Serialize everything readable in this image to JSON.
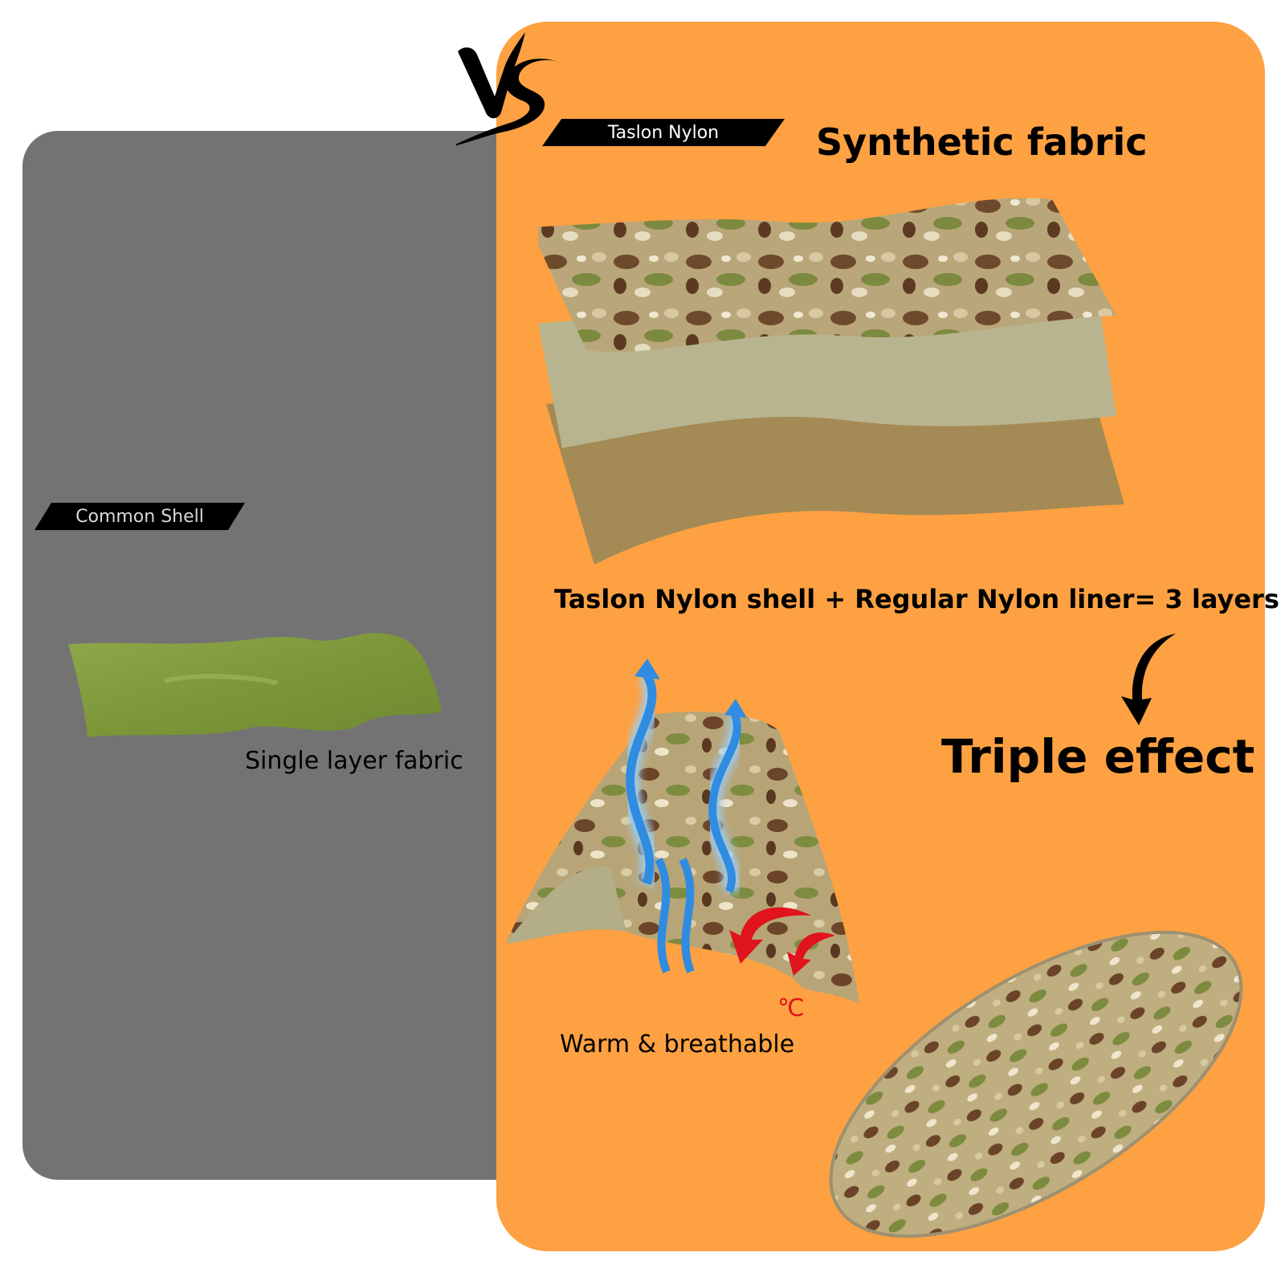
{
  "comparison": {
    "vs_label": "VS",
    "left": {
      "tag": "Common Shell",
      "caption": "Single layer fabric",
      "panel_color": "#737373",
      "fabric_color": "#7F9A3C"
    },
    "right": {
      "tag": "Taslon Nylon",
      "title": "Synthetic fabric",
      "layers_caption": "Taslon Nylon shell + Regular Nylon liner= 3 layers",
      "result_title": "Triple effect",
      "feature_caption": "Warm & breathable",
      "temp_unit": "℃",
      "panel_color": "#FDA142",
      "layers": [
        {
          "name": "camo-top-layer",
          "color": "#A89B6E"
        },
        {
          "name": "middle-liner-layer",
          "color": "#B5B38D"
        },
        {
          "name": "bottom-liner-layer",
          "color": "#A08A5A"
        }
      ],
      "icons": {
        "airflow": "blue-wavy-up-arrows",
        "heat": "red-curved-down-arrows",
        "pointer": "black-curved-down-arrow"
      }
    }
  }
}
